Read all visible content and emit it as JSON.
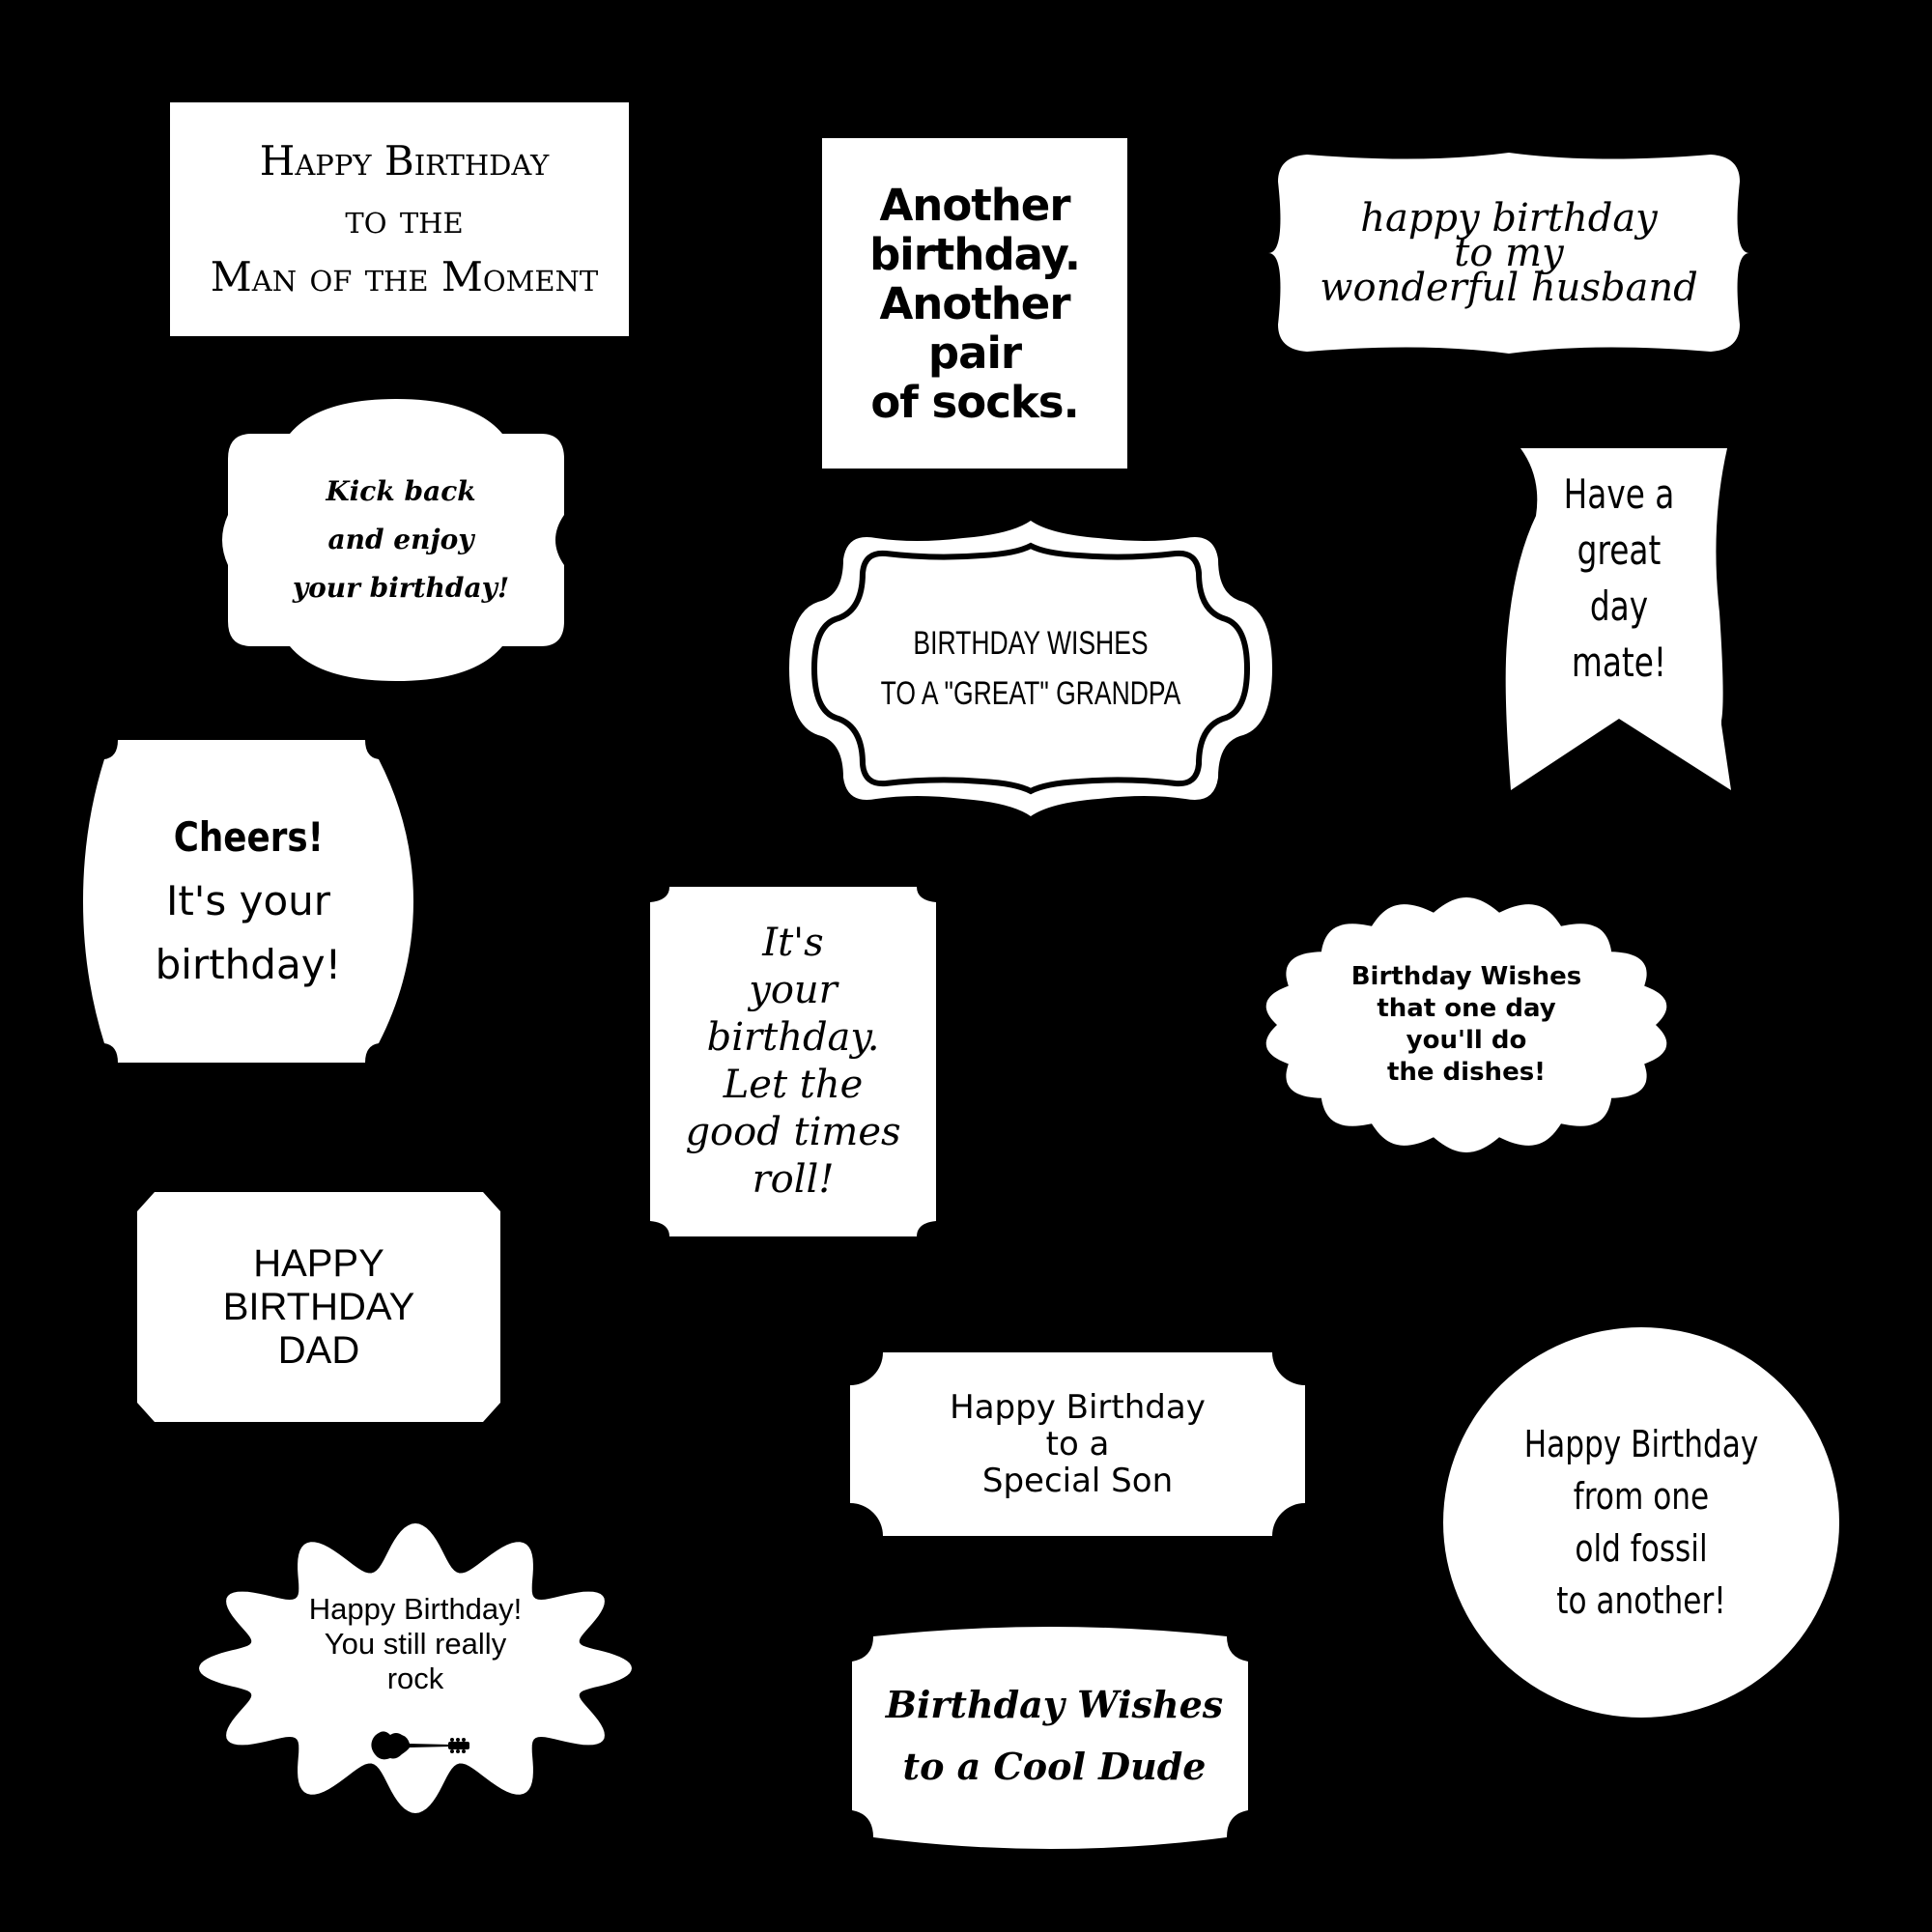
{
  "background_color": "#000000",
  "label_color": "#ffffff",
  "text_color": "#000000",
  "labels": [
    {
      "lines": [
        "Happy Birthday",
        "to the",
        "Man of the Moment"
      ]
    },
    {
      "lines": [
        "Another",
        "birthday.",
        "Another",
        "pair",
        "of socks."
      ]
    },
    {
      "lines": [
        "happy birthday",
        "to my",
        "wonderful husband"
      ]
    },
    {
      "lines": [
        "Kick back",
        "and enjoy",
        "your birthday!"
      ]
    },
    {
      "lines": [
        "BIRTHDAY WISHES",
        "TO A \"GREAT\" GRANDPA"
      ]
    },
    {
      "lines": [
        "Have a",
        "great",
        "day",
        "mate!"
      ]
    },
    {
      "lines": [
        "Cheers!",
        "It's your",
        "birthday!"
      ]
    },
    {
      "lines": [
        "It's",
        "your",
        "birthday.",
        "Let the",
        "good times",
        "roll!"
      ]
    },
    {
      "lines": [
        "Birthday Wishes",
        "that one day",
        "you'll do",
        "the dishes!"
      ]
    },
    {
      "lines": [
        "HAPPY",
        "BIRTHDAY",
        "DAD"
      ]
    },
    {
      "lines": [
        "Happy Birthday",
        "to a",
        "Special Son"
      ]
    },
    {
      "lines": [
        "Happy Birthday",
        "from one",
        "old fossil",
        "to another!"
      ]
    },
    {
      "lines": [
        "Happy Birthday!",
        "You still really",
        "rock"
      ],
      "icon": "guitar-icon"
    },
    {
      "lines": [
        "Birthday Wishes",
        "to a Cool Dude"
      ]
    }
  ]
}
